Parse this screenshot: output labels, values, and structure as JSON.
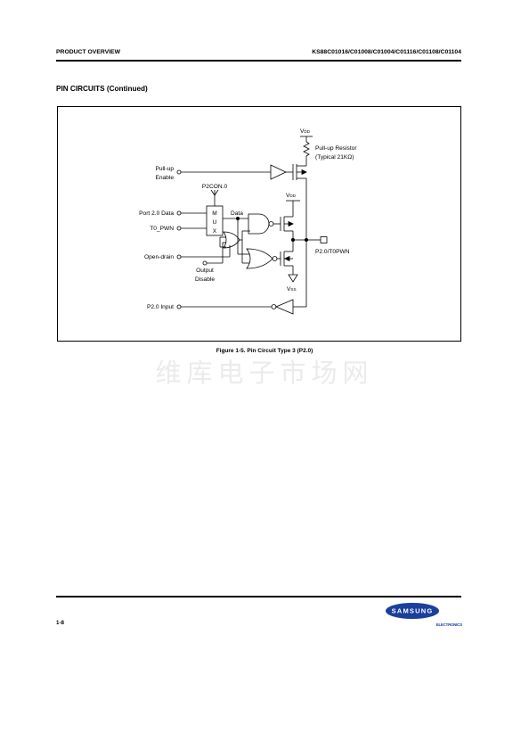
{
  "header": {
    "left": "PRODUCT OVERVIEW",
    "right": "KS88C01016/C01008/C01004/C01116/C01108/C01104"
  },
  "section_title": "PIN CIRCUITS (Continued)",
  "figure": {
    "caption": "Figure 1-5. Pin Circuit Type 3 (P2.0)",
    "labels": {
      "vdd_top": "V",
      "vdd_top_sub": "DD",
      "pullup_resistor": "Pull-up Resistor",
      "pullup_typical": "(Typical 21KΩ)",
      "pullup_enable_1": "Pull-up",
      "pullup_enable_2": "Enable",
      "p2con": "P2CON.0",
      "port_data": "Port 2.0 Data",
      "t0_pwn": "T0_PWN",
      "mux_m": "M",
      "mux_u": "U",
      "mux_x": "X",
      "data": "Data",
      "vdd_mid": "V",
      "vdd_mid_sub": "DD",
      "open_drain": "Open-drain",
      "output_disable_1": "Output",
      "output_disable_2": "Disable",
      "pin_name": "P2.0/T0PWN",
      "vss": "V",
      "vss_sub": "SS",
      "p20_input": "P2.0 Input"
    }
  },
  "watermark": "维库电子市场网",
  "footer": {
    "page_number": "1-8",
    "logo_text": "SAMSUNG",
    "logo_sub": "ELECTRONICS",
    "logo_color": "#1a3f9c"
  }
}
